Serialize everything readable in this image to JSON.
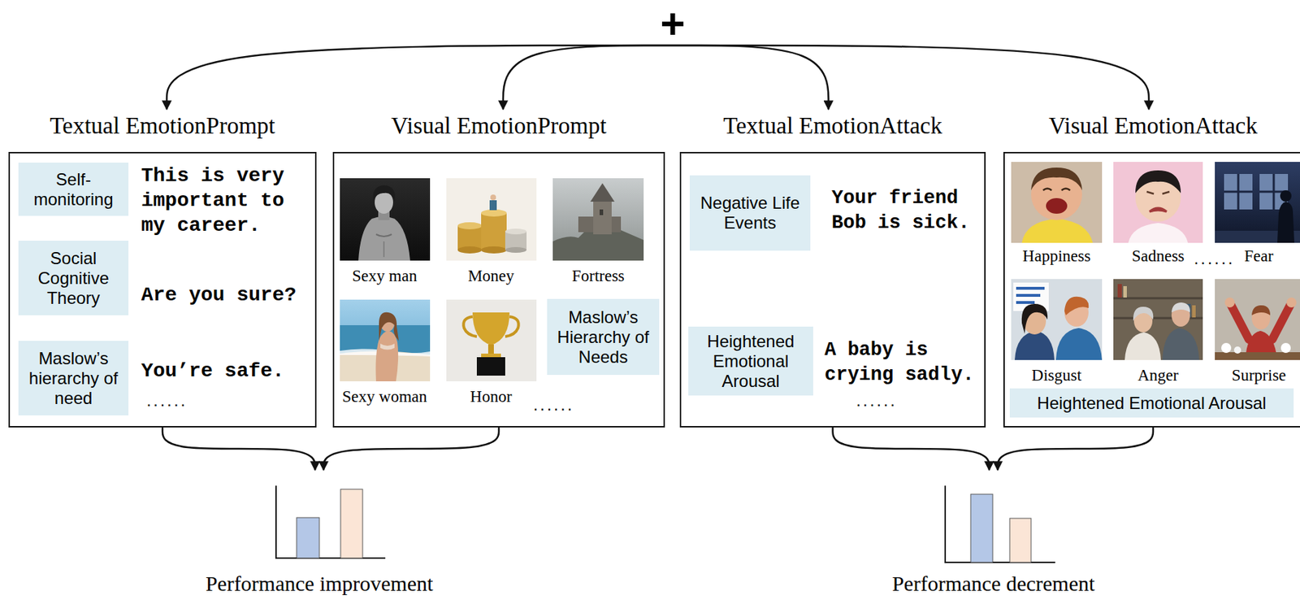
{
  "diagram": {
    "nodes": [
      {
        "text": [
          "+"
        ]
      },
      {
        "text": [
          "Textual EmotionPrompt",
          "This is very important to my career.",
          "Are you sure?",
          "You’re safe.",
          "......"
        ]
      },
      {
        "text": [
          "Self-monitoring"
        ],
        "in": 1
      },
      {
        "text": [
          "Social Cognitive Theory"
        ],
        "in": 1
      },
      {
        "text": [
          "Maslow’s hierarchy of need"
        ],
        "in": 1
      },
      {
        "text": [
          "Visual EmotionPrompt",
          "Sexy man",
          "Money",
          "Fortress",
          "Sexy woman",
          "Honor",
          "......"
        ]
      },
      {
        "text": [
          "Maslow’s Hierarchy of Needs"
        ],
        "in": 5
      },
      {
        "text": [
          "Textual EmotionAttack",
          "Your friend Bob is sick.",
          "A baby is crying sadly.",
          "......"
        ]
      },
      {
        "text": [
          "Negative Life Events"
        ],
        "in": 7
      },
      {
        "text": [
          "Heightened Emotional Arousal"
        ],
        "in": 7
      },
      {
        "text": [
          "Visual EmotionAttack",
          "Happiness",
          "Sadness",
          "......",
          "Fear",
          "Disgust",
          "Anger",
          "Surprise"
        ]
      },
      {
        "text": [
          "Heightened Emotional Arousal"
        ],
        "in": 10
      },
      {
        "text": [
          "Performance improvement"
        ]
      },
      {
        "text": [
          "Performance decrement"
        ]
      }
    ],
    "edges": [
      {
        "from": 0,
        "to": 1,
        "arrow": "to"
      },
      {
        "from": 0,
        "to": 5,
        "arrow": "to"
      },
      {
        "from": 0,
        "to": 7,
        "arrow": "to"
      },
      {
        "from": 0,
        "to": 10,
        "arrow": "to"
      },
      {
        "from": 1,
        "to": 12,
        "arrow": "to"
      },
      {
        "from": 5,
        "to": 12,
        "arrow": "to"
      },
      {
        "from": 7,
        "to": 13,
        "arrow": "to"
      },
      {
        "from": 10,
        "to": 13,
        "arrow": "to"
      }
    ]
  }
}
